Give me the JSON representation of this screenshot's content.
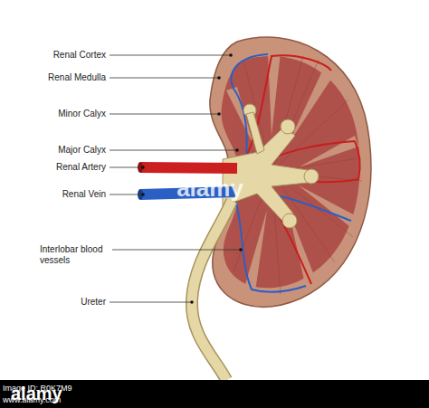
{
  "diagram": {
    "labels": [
      "Renal Cortex",
      "Renal Medulla",
      "Minor Calyx",
      "Major Calyx",
      "Renal Artery",
      "Renal Vein",
      "Interlobar blood vessels",
      "Ureter",
      "alamy",
      "alamy",
      "Image ID: R0K7M9",
      "www.alamy.com"
    ]
  }
}
